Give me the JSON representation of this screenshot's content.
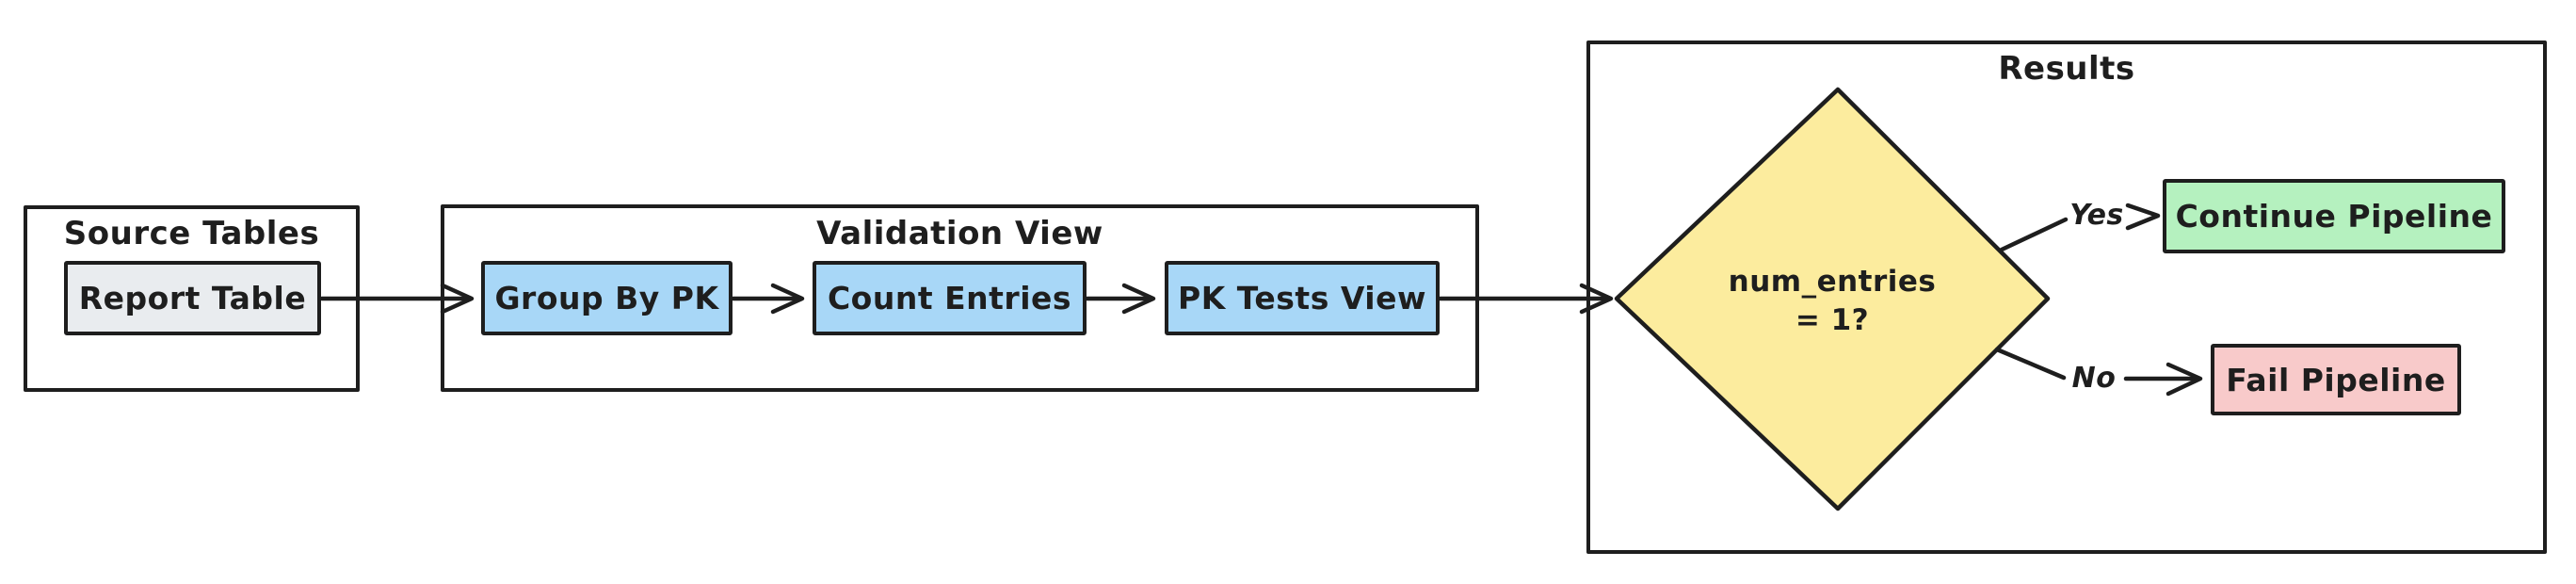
{
  "diagram": {
    "groups": {
      "source": {
        "title": "Source Tables",
        "node": "Report Table"
      },
      "validation": {
        "title": "Validation View",
        "nodes": [
          "Group By PK",
          "Count Entries",
          "PK Tests View"
        ]
      },
      "results": {
        "title": "Results",
        "decision": {
          "line1": "num_entries",
          "line2": "= 1?"
        },
        "outcomes": {
          "yes": {
            "label": "Yes",
            "target": "Continue Pipeline"
          },
          "no": {
            "label": "No",
            "target": "Fail Pipeline"
          }
        }
      }
    },
    "edges": [
      {
        "from": "Report Table",
        "to": "Group By PK",
        "label": ""
      },
      {
        "from": "Group By PK",
        "to": "Count Entries",
        "label": ""
      },
      {
        "from": "Count Entries",
        "to": "PK Tests View",
        "label": ""
      },
      {
        "from": "PK Tests View",
        "to": "num_entries = 1?",
        "label": ""
      },
      {
        "from": "num_entries = 1?",
        "to": "Continue Pipeline",
        "label": "Yes"
      },
      {
        "from": "num_entries = 1?",
        "to": "Fail Pipeline",
        "label": "No"
      }
    ],
    "colors": {
      "stroke": "#1e1e1e",
      "canvas_bg": "#ffffff",
      "node_gray": "#e9ecef",
      "node_blue": "#a8d7f7",
      "decision_yellow": "#fcec9e",
      "continue_green": "#b5f1bf",
      "fail_red": "#f8caca"
    }
  }
}
